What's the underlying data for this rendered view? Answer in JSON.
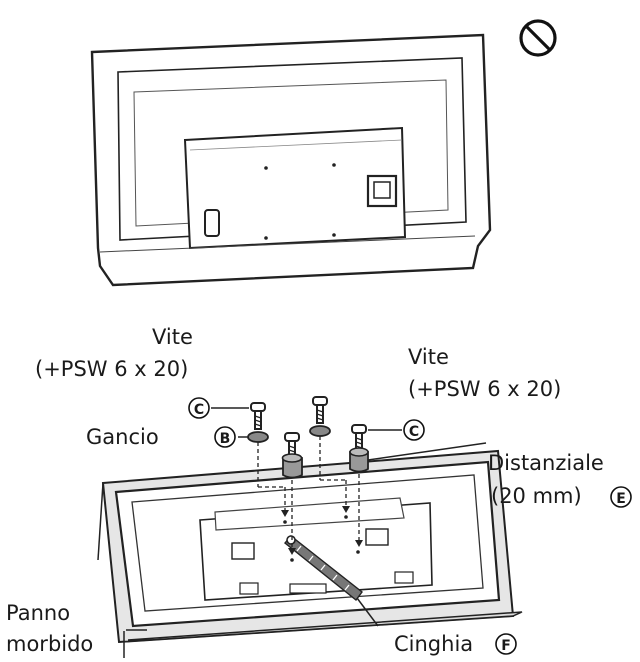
{
  "labels": {
    "vite_left_line1": "Vite",
    "vite_left_line2": "(+PSW 6 x 20)",
    "vite_right_line1": "Vite",
    "vite_right_line2": "(+PSW 6 x 20)",
    "letter_c": "C",
    "gancio": "Gancio",
    "letter_b": "B",
    "distanziale_line1": "Distanziale",
    "distanziale_line2": "(20 mm)",
    "letter_e": "E",
    "panno_line1": "Panno",
    "panno_line2": "morbido",
    "cinghia": "Cinghia",
    "letter_f": "F"
  },
  "icons": {
    "prohibited": "prohibited-icon"
  }
}
